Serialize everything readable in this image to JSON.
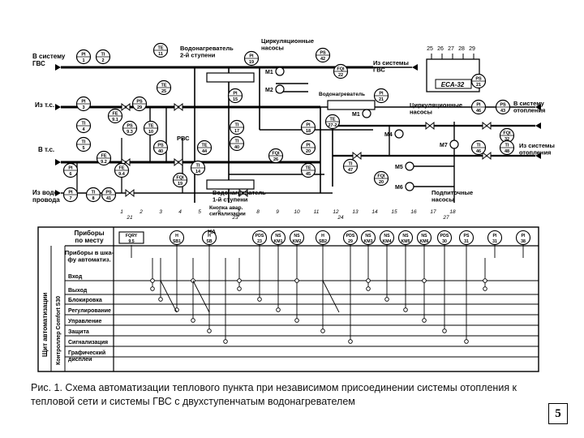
{
  "labels": {
    "to_hot_water": "В систему\nГВС",
    "heater_stage2": "Водонагреватель\n2-й ступени",
    "circ_pumps_top": "Циркуляционные\nнасосы",
    "from_hot_water": "Из системы\nГВС",
    "from_heat_net": "Из т.с.",
    "to_heat_net": "В т.с.",
    "from_water_supply": "Из водо-\nпровода",
    "heater_stage1": "Водонагреватель\n1-й ступени",
    "alarm_button": "Кнопка авар.\nсигнализации",
    "heater_right": "Водонагреватель",
    "circ_pumps_right": "Циркуляционные\nнасосы",
    "to_heating": "В систему\nотопления",
    "from_heating": "Из системы\nотопления",
    "makeup_pumps": "Подпиточные\nнасосы",
    "controller": "ECA-32",
    "rbs": "РВС"
  },
  "top_numbers": [
    "25",
    "26",
    "27",
    "28",
    "29"
  ],
  "instruments": [
    {
      "a": "PI",
      "b": "1"
    },
    {
      "a": "TI",
      "b": "2"
    },
    {
      "a": "TE",
      "b": "11"
    },
    {
      "a": "TE",
      "b": "25"
    },
    {
      "a": "PI",
      "b": "19"
    },
    {
      "a": "PS",
      "b": "42"
    },
    {
      "a": "FQI",
      "b": "22"
    },
    {
      "a": "PI",
      "b": "3"
    },
    {
      "a": "PS",
      "b": "29"
    },
    {
      "a": "TI",
      "b": "4"
    },
    {
      "a": "FE",
      "b": "9.1"
    },
    {
      "a": "PS",
      "b": "9.3"
    },
    {
      "a": "TE",
      "b": "10"
    },
    {
      "a": "PS",
      "b": "40"
    },
    {
      "a": "TE",
      "b": "44"
    },
    {
      "a": "TI",
      "b": "40"
    },
    {
      "a": "TI",
      "b": "5"
    },
    {
      "a": "FE",
      "b": "9.2"
    },
    {
      "a": "FE",
      "b": "9.4"
    },
    {
      "a": "PI",
      "b": "6"
    },
    {
      "a": "PI",
      "b": "7"
    },
    {
      "a": "TI",
      "b": "8"
    },
    {
      "a": "PS",
      "b": "41"
    },
    {
      "a": "TI",
      "b": "14"
    },
    {
      "a": "FQI",
      "b": "19"
    },
    {
      "a": "PI",
      "b": "15"
    },
    {
      "a": "TI",
      "b": "17"
    },
    {
      "a": "PI",
      "b": "18"
    },
    {
      "a": "FQI",
      "b": "26"
    },
    {
      "a": "TE",
      "b": "45"
    },
    {
      "a": "TI",
      "b": "47"
    },
    {
      "a": "FQI",
      "b": "20"
    },
    {
      "a": "PI",
      "b": "20"
    },
    {
      "a": "PI",
      "b": "21"
    },
    {
      "a": "PS",
      "b": "21"
    },
    {
      "a": "TE",
      "b": "27-2"
    },
    {
      "a": "PI",
      "b": "46"
    },
    {
      "a": "PS",
      "b": "43"
    },
    {
      "a": "TI",
      "b": "46"
    },
    {
      "a": "FQI",
      "b": "32"
    },
    {
      "a": "TI",
      "b": "48"
    }
  ],
  "pumps": [
    "M1",
    "M2",
    "М1",
    "М4",
    "М5",
    "М6",
    "М7"
  ],
  "bottom_numbers": [
    "1",
    "2",
    "3",
    "4",
    "5",
    "6",
    "7",
    "8",
    "9",
    "10",
    "11",
    "12",
    "13",
    "14",
    "15",
    "16",
    "17",
    "18",
    "21",
    "23",
    "24",
    "27"
  ],
  "panel": {
    "local_header": "Приборы\nпо месту",
    "cabinet_header": "Приборы в шка-\nфу автоматиз.",
    "side_label_outer": "Щит автоматизации",
    "side_label_inner": "Контроллер Comfort S30",
    "rows": [
      "Вход",
      "Выход",
      "Блокировка",
      "Регулирование",
      "Управление",
      "Защита",
      "Сигнализация",
      "Графический\nдисплей"
    ],
    "devices": [
      {
        "a": "FQRY",
        "b": "9.5"
      },
      {
        "a": "H",
        "b": "SB1"
      },
      {
        "a": "H",
        "b": "SB"
      },
      {
        "a": "PDS",
        "b": "23"
      },
      {
        "a": "NS",
        "b": "KM1"
      },
      {
        "a": "NS",
        "b": "KM2"
      },
      {
        "a": "H",
        "b": "SB2"
      },
      {
        "a": "PDS",
        "b": "29"
      },
      {
        "a": "NS",
        "b": "KM3"
      },
      {
        "a": "NS",
        "b": "KM4"
      },
      {
        "a": "NS",
        "b": "KM5"
      },
      {
        "a": "NS",
        "b": "KM6"
      },
      {
        "a": "PDS",
        "b": "30"
      },
      {
        "a": "PS",
        "b": "31"
      },
      {
        "a": "PI",
        "b": "31"
      },
      {
        "a": "PI",
        "b": "38"
      }
    ],
    "ha_label": "НА"
  },
  "caption": "Рис. 1. Схема автоматизации теплового  пункта при независимом присоединении системы отопления к тепловой сети и системы ГВС с двухступенчатым водонагревателем",
  "page_number": "5"
}
